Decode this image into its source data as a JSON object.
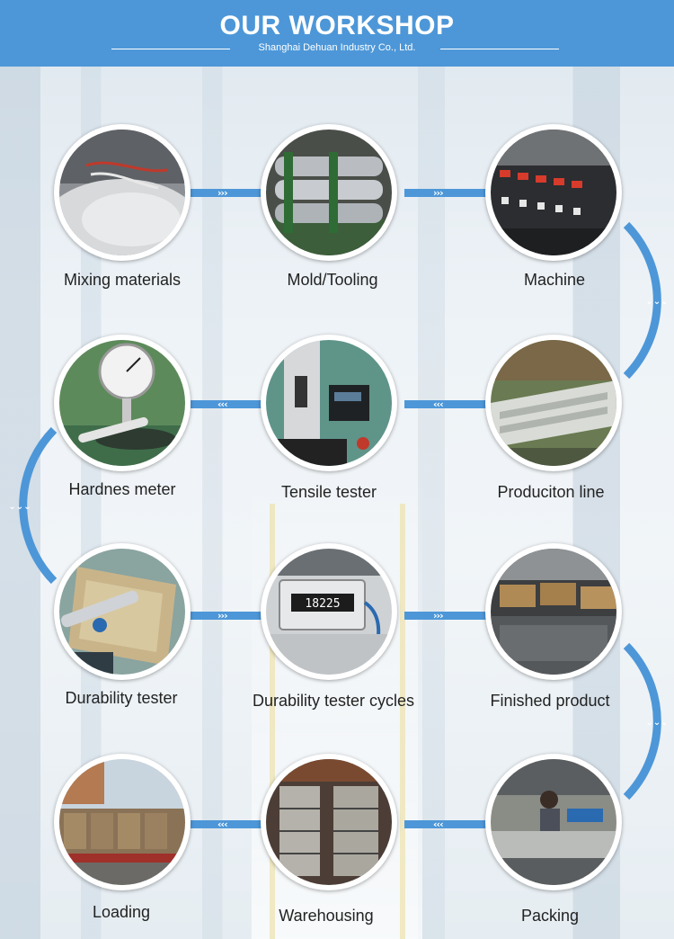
{
  "header": {
    "title": "OUR WORKSHOP",
    "subtitle": "Shanghai Dehuan Industry Co., Ltd."
  },
  "colors": {
    "accent": "#4d97d8",
    "text": "#222222",
    "header_text": "#ffffff"
  },
  "steps": [
    {
      "label": "Mixing materials",
      "image": "mixing-materials-photo"
    },
    {
      "label": "Mold/Tooling",
      "image": "mold-tooling-photo"
    },
    {
      "label": "Machine",
      "image": "machine-photo"
    },
    {
      "label": "Hardnes meter",
      "image": "hardness-meter-photo"
    },
    {
      "label": "Tensile tester",
      "image": "tensile-tester-photo"
    },
    {
      "label": "Produciton line",
      "image": "production-line-photo"
    },
    {
      "label": "Durability tester",
      "image": "durability-tester-photo"
    },
    {
      "label": "Durability tester cycles",
      "image": "counter-photo"
    },
    {
      "label": "Finished product",
      "image": "finished-product-photo"
    },
    {
      "label": "Loading",
      "image": "loading-photo"
    },
    {
      "label": "Warehousing",
      "image": "warehousing-photo"
    },
    {
      "label": "Packing",
      "image": "packing-photo"
    }
  ],
  "counter_display": "18225"
}
